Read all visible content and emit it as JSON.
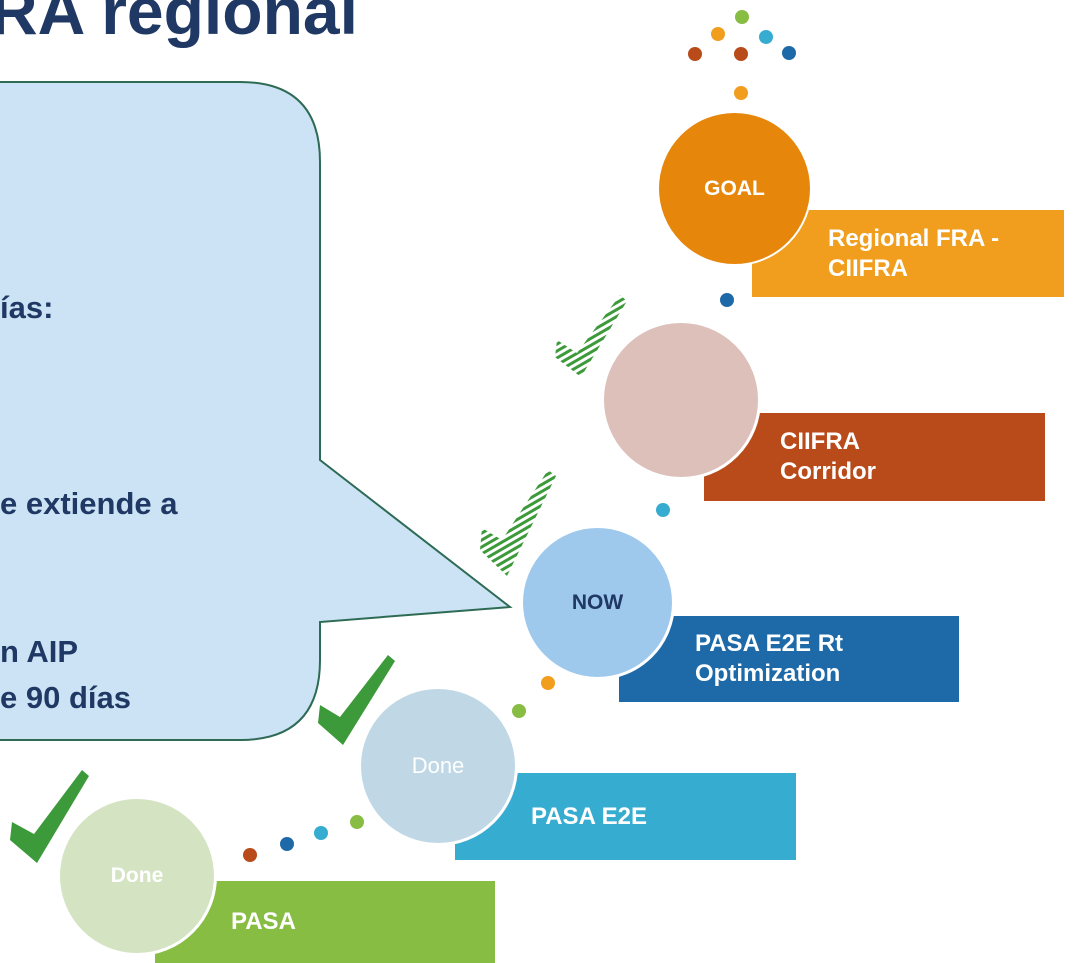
{
  "title": "RA regional",
  "bubble": {
    "lines": [
      "ías:",
      "e extiende a",
      "n AIP",
      "e 90 días"
    ]
  },
  "steps": [
    {
      "circle_label": "GOAL",
      "box_label": "Regional FRA - CIIFRA",
      "circle_color": "#e6870b",
      "box_color": "#f19e1f",
      "completed": false
    },
    {
      "circle_label": "",
      "box_label": "CIIFRA Corridor",
      "circle_color": "#ddc0ba",
      "box_color": "#b94a1a",
      "completed": true
    },
    {
      "circle_label": "NOW",
      "box_label": "PASA E2E Rt Optimization",
      "circle_color": "#9ec9ec",
      "box_color": "#1e6aa8",
      "completed": true
    },
    {
      "circle_label": "Done",
      "box_label": "PASA E2E",
      "circle_color": "#c0d8e6",
      "box_color": "#36acd0",
      "completed": true
    },
    {
      "circle_label": "Done",
      "box_label": "PASA",
      "circle_color": "#d4e4c3",
      "box_color": "#88bd44",
      "completed": true
    }
  ],
  "colors": {
    "title": "#1f3864",
    "bubble_fill": "#cce3f5",
    "bubble_border": "#2e6b55",
    "check_green": "#3c9a3a"
  }
}
